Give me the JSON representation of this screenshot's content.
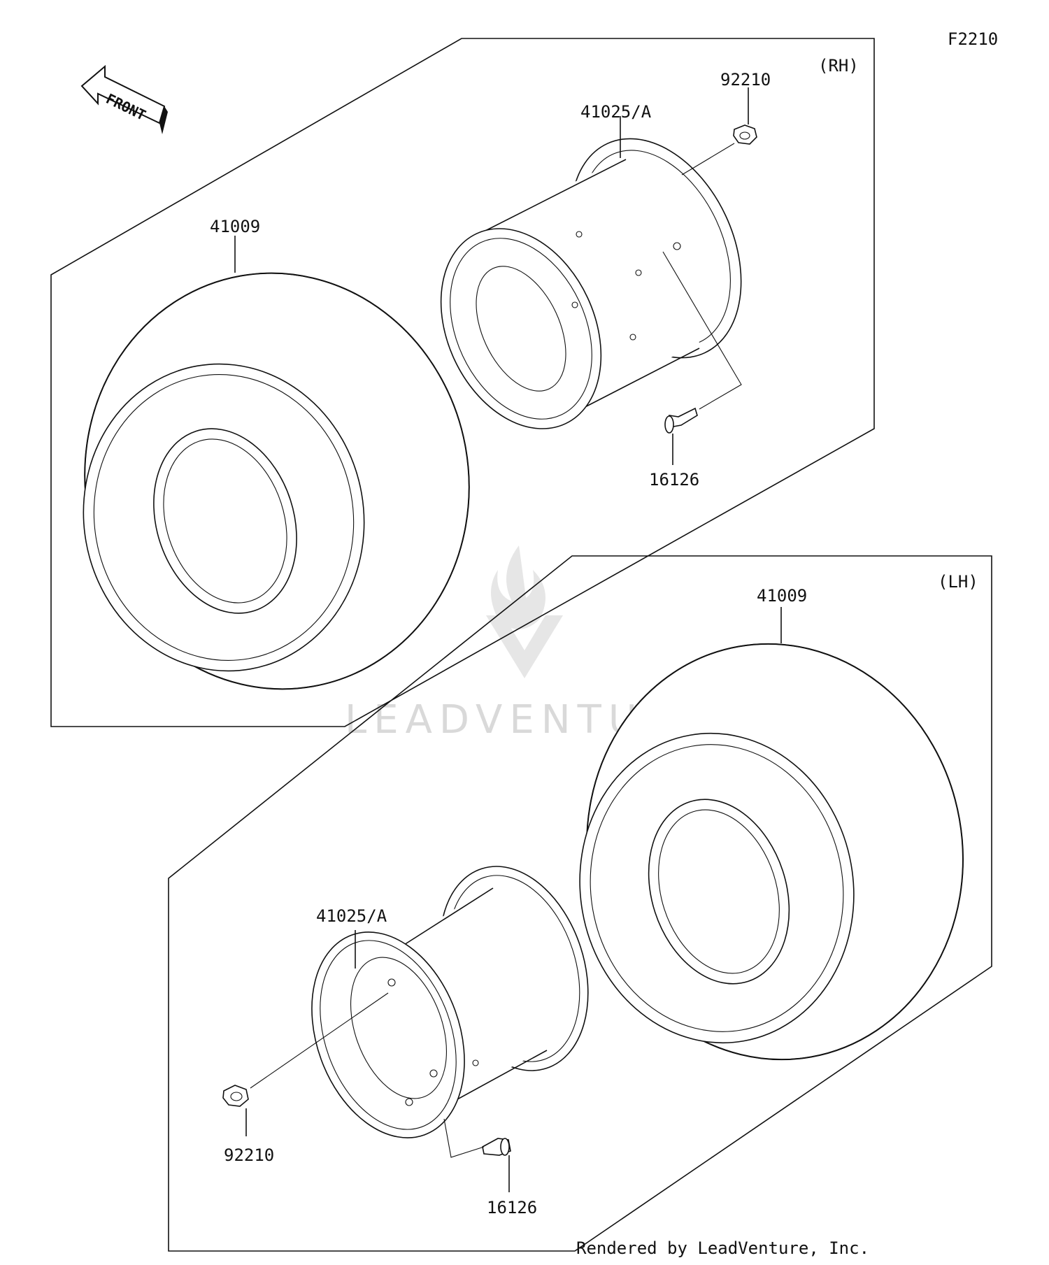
{
  "figure_code": "F2210",
  "front_label": "FRONT",
  "rh": {
    "side_label": "(RH)",
    "tire_part": "41009",
    "rim_part": "41025/A",
    "nut_part": "92210",
    "valve_part": "16126"
  },
  "lh": {
    "side_label": "(LH)",
    "tire_part": "41009",
    "rim_part": "41025/A",
    "nut_part": "92210",
    "valve_part": "16126"
  },
  "watermark": "LEADVENTURE",
  "footer": "Rendered by LeadVenture, Inc."
}
